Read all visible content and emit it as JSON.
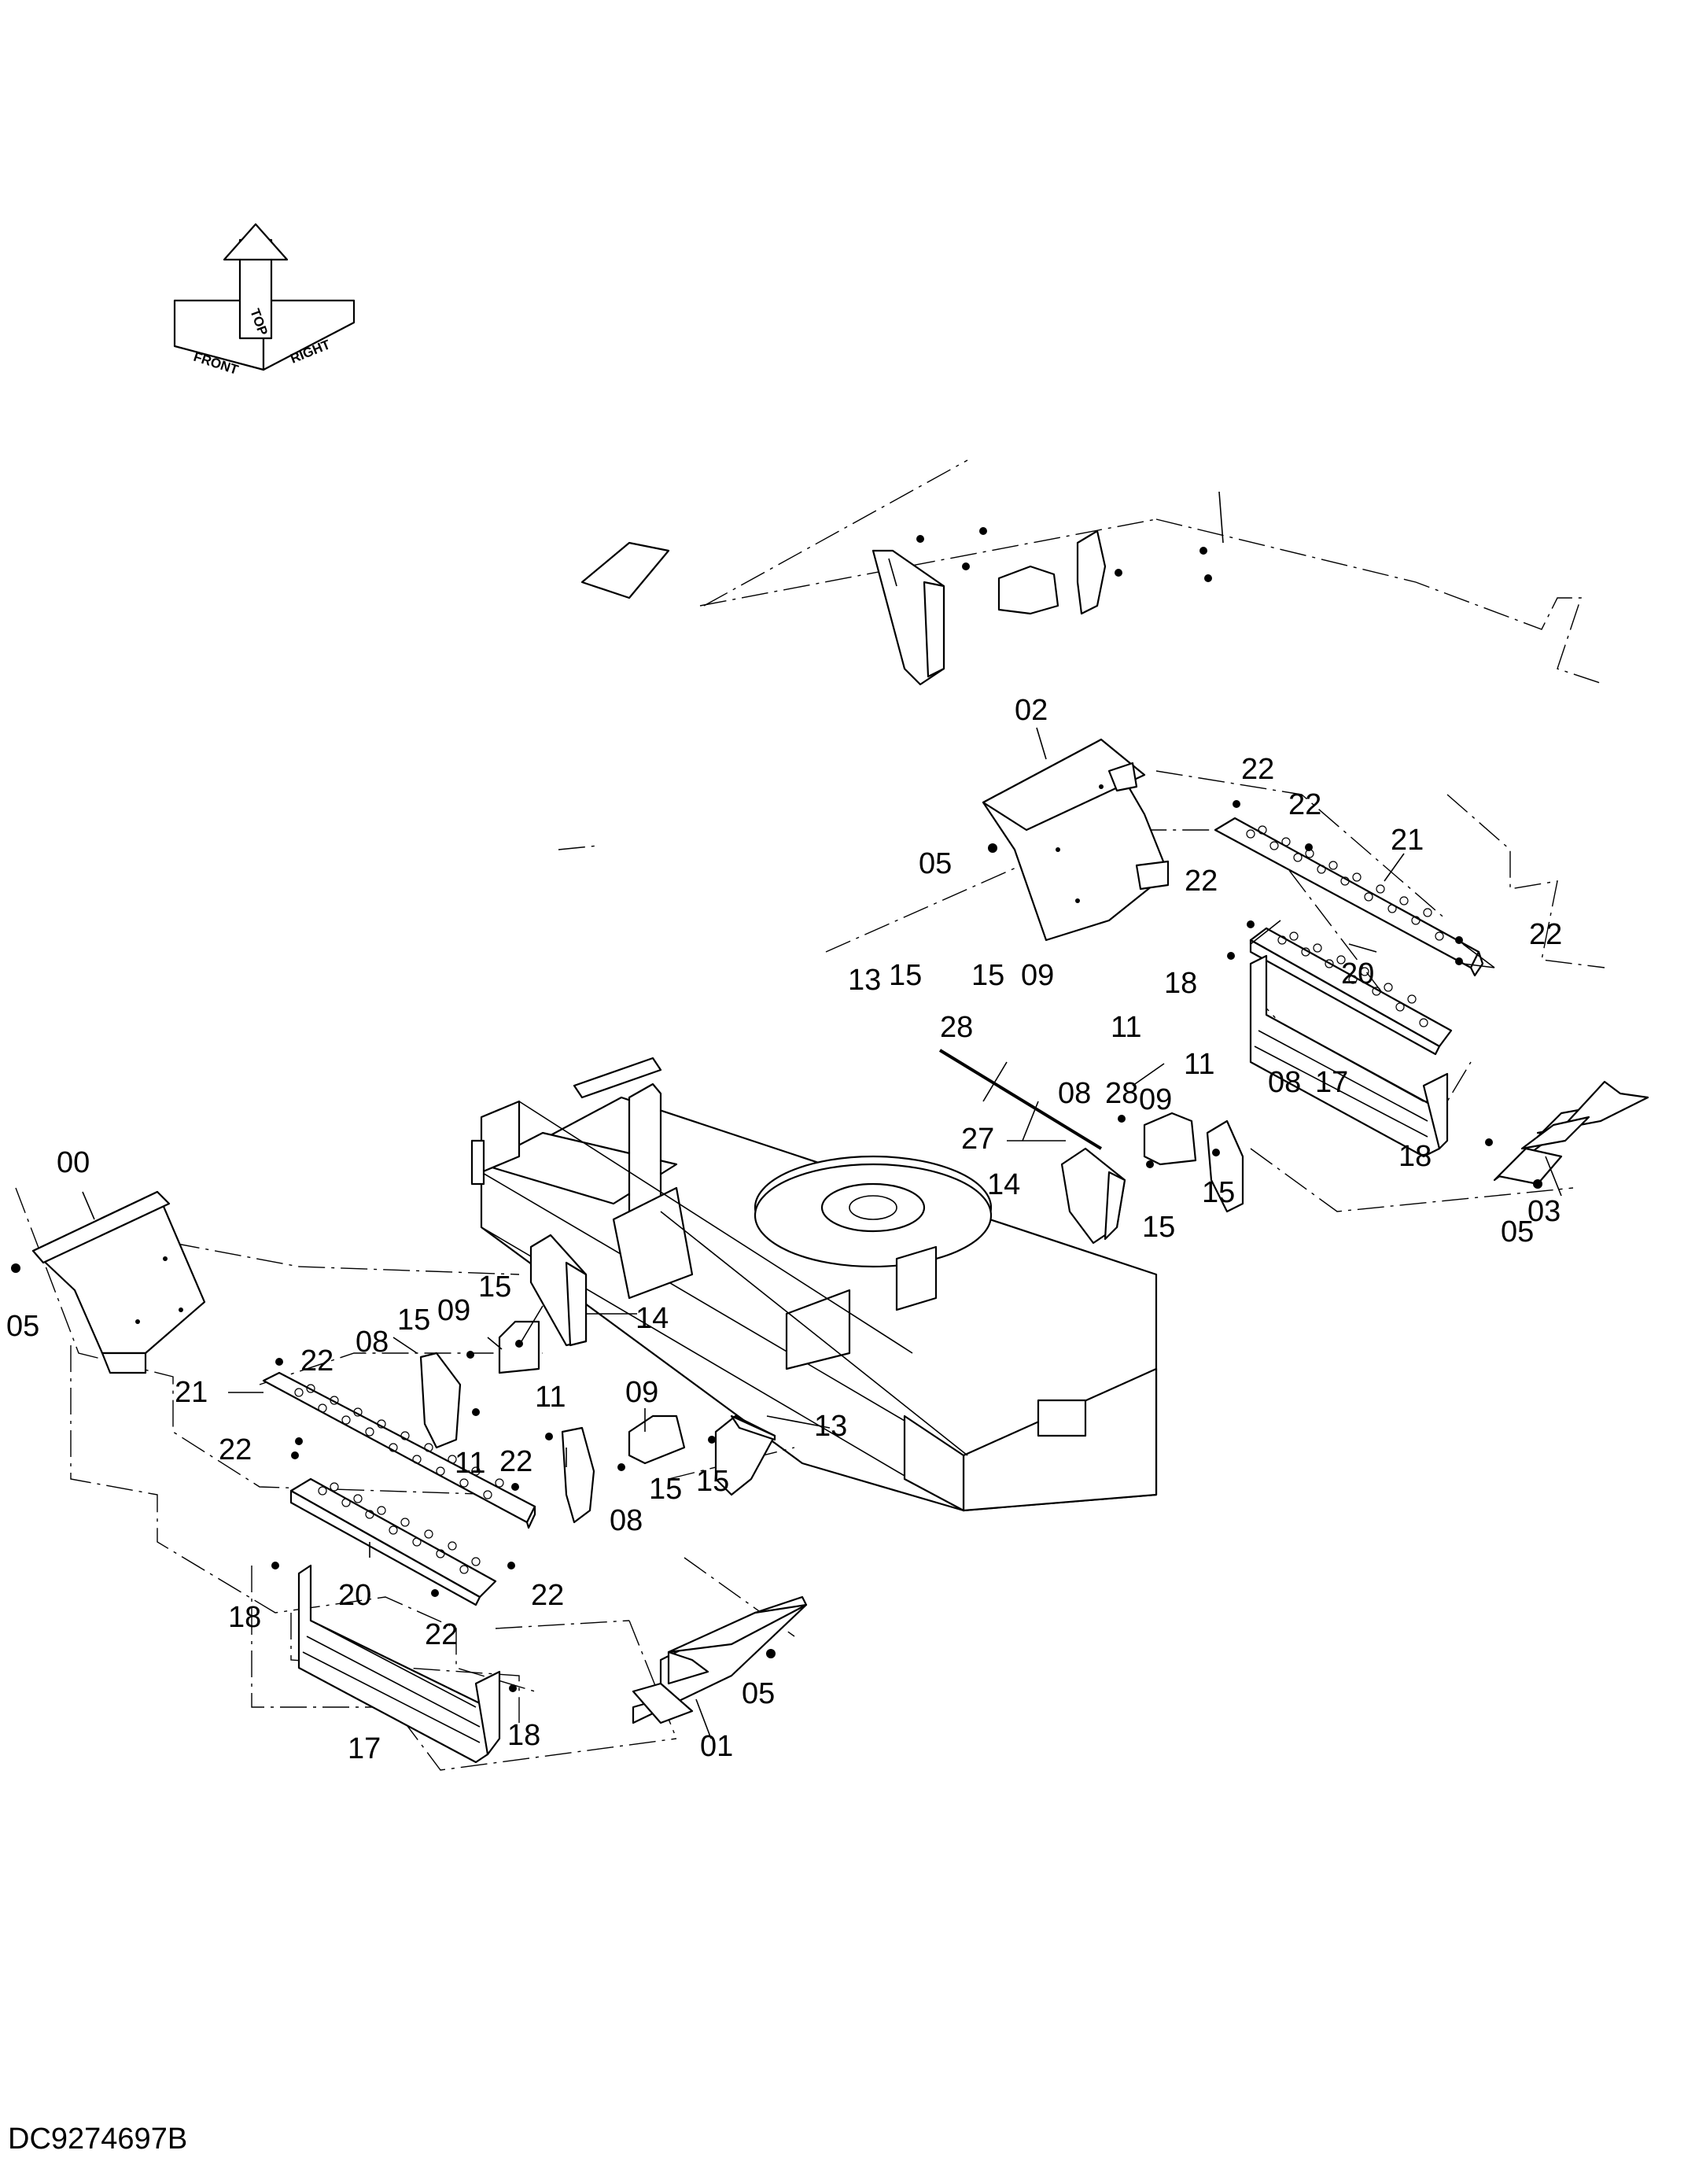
{
  "orientation": {
    "front": "FRONT",
    "top": "TOP",
    "right": "RIGHT"
  },
  "document_code": "DC9274697B",
  "callouts": {
    "c00": "00",
    "c01": "01",
    "c02": "02",
    "c03": "03",
    "c05_left": "05",
    "c05_front": "05",
    "c05_top": "05",
    "c05_right": "05",
    "c08_left_a": "08",
    "c08_left_b": "08",
    "c08_right_a": "08",
    "c08_right_b": "08",
    "c09_left_a": "09",
    "c09_left_b": "09",
    "c09_right_a": "09",
    "c09_right_b": "09",
    "c11_left_a": "11",
    "c11_left_b": "11",
    "c11_right_a": "11",
    "c11_right_b": "11",
    "c13_left": "13",
    "c13_right": "13",
    "c14_left": "14",
    "c14_right": "14",
    "c15_a": "15",
    "c15_b": "15",
    "c15_c": "15",
    "c15_d": "15",
    "c15_e": "15",
    "c15_f": "15",
    "c15_g": "15",
    "c15_h": "15",
    "c17_left": "17",
    "c17_right": "17",
    "c18_left_a": "18",
    "c18_left_b": "18",
    "c18_right_a": "18",
    "c18_right_b": "18",
    "c20_left": "20",
    "c20_right": "20",
    "c21_left": "21",
    "c21_right": "21",
    "c22_a": "22",
    "c22_b": "22",
    "c22_c": "22",
    "c22_d": "22",
    "c22_e": "22",
    "c22_f": "22",
    "c22_g": "22",
    "c22_h": "22",
    "c22_i": "22",
    "c27": "27",
    "c28_a": "28",
    "c28_b": "28"
  }
}
